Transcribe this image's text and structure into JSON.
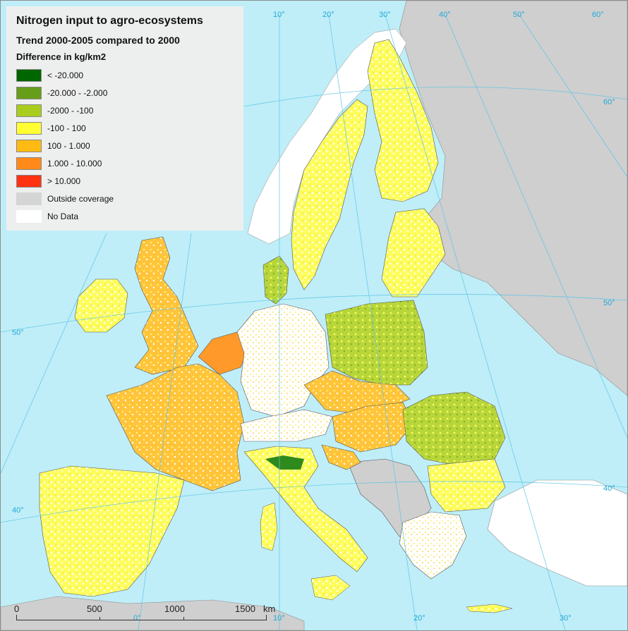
{
  "legend": {
    "title": "Nitrogen input to agro-ecosystems",
    "subtitle": "Trend 2000-2005 compared to 2000",
    "units": "Difference in kg/km2",
    "items": [
      {
        "label": "< -20.000",
        "color": "#006600"
      },
      {
        "label": "-20.000 - -2.000",
        "color": "#669e1a"
      },
      {
        "label": "-2000 - -100",
        "color": "#a9cd1c"
      },
      {
        "label": "-100 - 100",
        "color": "#ffff33"
      },
      {
        "label": "100 - 1.000",
        "color": "#ffbb12"
      },
      {
        "label": "1.000 - 10.000",
        "color": "#ff8a1a"
      },
      {
        "label": "> 10.000",
        "color": "#ff3312"
      },
      {
        "label": "Outside coverage",
        "color": "#d5d5d5"
      },
      {
        "label": "No Data",
        "color": "#ffffff"
      }
    ]
  },
  "graticule": {
    "meridians": [
      "10°",
      "20°",
      "30°",
      "40°",
      "50°",
      "60°",
      "0°",
      "10°",
      "20°",
      "30°"
    ],
    "parallels": [
      "60°",
      "50°",
      "40°",
      "50°",
      "40°"
    ]
  },
  "scale_bar": {
    "ticks": [
      "0",
      "500",
      "1000",
      "1500"
    ],
    "unit": "km"
  },
  "colors": {
    "sea": "#bfeef8",
    "outside": "#cfcfcf",
    "no_data": "#ffffff",
    "graticule": "#5cc3e6",
    "border": "#3a3a3a"
  }
}
